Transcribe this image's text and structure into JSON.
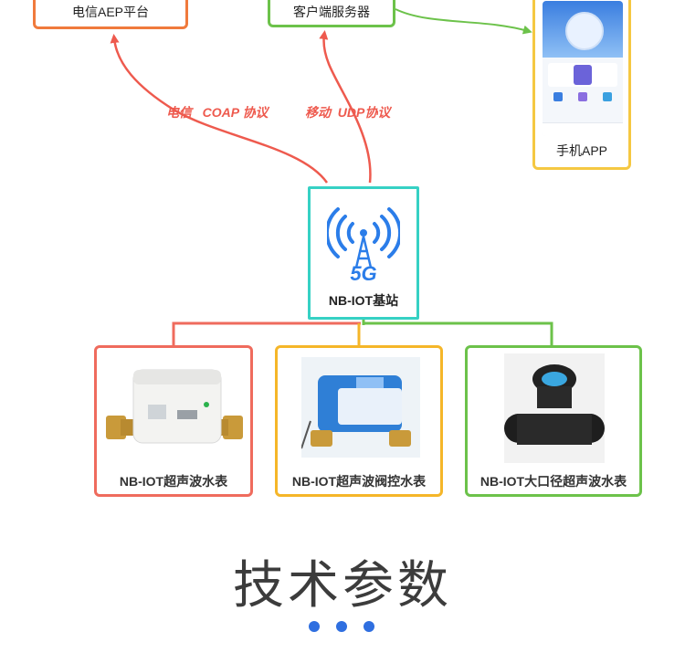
{
  "nodes": {
    "aep_platform": "电信AEP平台",
    "client_server": "客户端服务器",
    "mobile_app": "手机APP",
    "base_station": "NB-IOT基站"
  },
  "edges": {
    "coap": "电信   COAP 协议",
    "udp": "移动  UDP协议"
  },
  "meters": [
    {
      "label": "NB-IOT超声波水表",
      "color": "#ef6b5d"
    },
    {
      "label": "NB-IOT超声波阀控水表",
      "color": "#f5b629"
    },
    {
      "label": "NB-IOT大口径超声波水表",
      "color": "#6cc24a"
    }
  ],
  "section": {
    "title": "技术参数"
  },
  "colors": {
    "arrow_red": "#ee5a4e",
    "arrow_green": "#6cc24a",
    "base_border": "#36d1c4",
    "dots": "#2f6fe0"
  },
  "icons": {
    "base_station": "5g-tower-icon",
    "phone": "phone-app-icon"
  }
}
